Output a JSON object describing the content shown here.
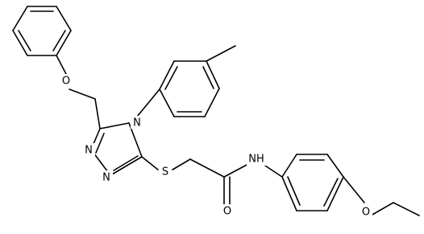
{
  "structure": {
    "atom_labels": {
      "ether_o_top": "O",
      "triazole_n4": "N",
      "triazole_n1": "N",
      "triazole_n2": "N",
      "thioether_s": "S",
      "amide_nh": "NH",
      "carbonyl_o": "O",
      "ethoxy_o": "O"
    }
  },
  "colors": {
    "bond": "#000000",
    "label": "#000000",
    "background": "#ffffff"
  }
}
